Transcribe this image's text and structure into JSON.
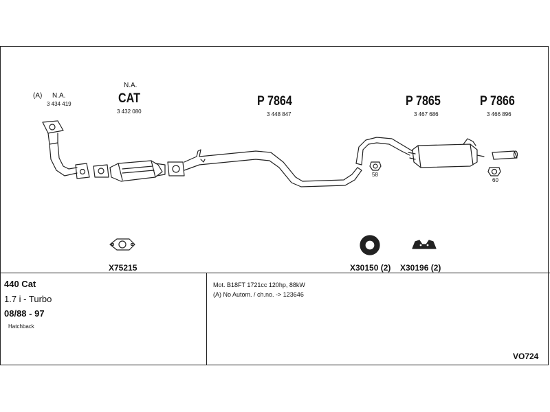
{
  "parts": {
    "manifold": {
      "variant": "(A)",
      "note": "N.A.",
      "number": "3 434 419"
    },
    "cat": {
      "note": "N.A.",
      "title": "CAT",
      "number": "3 432 080"
    },
    "p7864": {
      "title": "P 7864",
      "number": "3 448 847"
    },
    "p7865": {
      "title": "P 7865",
      "number": "3 467 686"
    },
    "p7866": {
      "title": "P 7866",
      "number": "3 466 896"
    },
    "clamp58": {
      "number": "58"
    },
    "clamp60": {
      "number": "60"
    }
  },
  "accessories": {
    "gasket": "X75215",
    "ring": "X30150 (2)",
    "rubber": "X30196 (2)"
  },
  "vehicle": {
    "model": "440 Cat",
    "engine": "1.7 i - Turbo",
    "years": "08/88 - 97",
    "body": "Hatchback"
  },
  "notes": {
    "line1": "Mot. B18FT 1721cc 120hp, 88kW",
    "line2": "(A) No Autom. / ch.no. -> 123646"
  },
  "code": "VO724"
}
